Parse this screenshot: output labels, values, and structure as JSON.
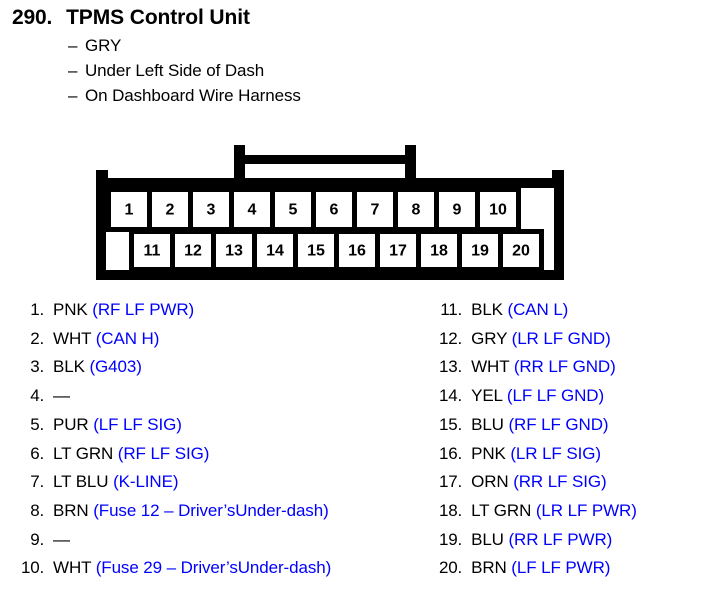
{
  "header": {
    "number": "290.",
    "title": "TPMS Control Unit",
    "bullet_marker": "–",
    "bullets": [
      "GRY",
      "Under Left Side of Dash",
      "On Dashboard Wire Harness"
    ]
  },
  "connector": {
    "top_row_pins": [
      "1",
      "2",
      "3",
      "4",
      "5",
      "6",
      "7",
      "8",
      "9",
      "10"
    ],
    "bottom_row_pins": [
      "11",
      "12",
      "13",
      "14",
      "15",
      "16",
      "17",
      "18",
      "19",
      "20"
    ],
    "outline_color": "#000000",
    "cavity_color": "#ffffff"
  },
  "colors": {
    "text": "#000000",
    "signal": "#0000ff",
    "background": "#ffffff"
  },
  "pins": {
    "empty_marker": "—",
    "left": [
      {
        "index": "1.",
        "color": "PNK",
        "signal": "(RF LF PWR)"
      },
      {
        "index": "2.",
        "color": "WHT",
        "signal": "(CAN H)"
      },
      {
        "index": "3.",
        "color": "BLK",
        "signal": "(G403)"
      },
      {
        "index": "4.",
        "color": "—",
        "signal": ""
      },
      {
        "index": "5.",
        "color": "PUR",
        "signal": "(LF LF SIG)"
      },
      {
        "index": "6.",
        "color": "LT GRN",
        "signal": "(RF LF SIG)"
      },
      {
        "index": "7.",
        "color": "LT BLU",
        "signal": "(K-LINE)"
      },
      {
        "index": "8.",
        "color": "BRN",
        "signal": "(Fuse 12 – Driver’sUnder-dash)"
      },
      {
        "index": "9.",
        "color": "—",
        "signal": ""
      },
      {
        "index": "10.",
        "color": "WHT",
        "signal": "(Fuse 29 – Driver’sUnder-dash)"
      }
    ],
    "right": [
      {
        "index": "11.",
        "color": "BLK",
        "signal": "(CAN L)"
      },
      {
        "index": "12.",
        "color": "GRY",
        "signal": "(LR LF GND)"
      },
      {
        "index": "13.",
        "color": "WHT",
        "signal": "(RR LF GND)"
      },
      {
        "index": "14.",
        "color": "YEL",
        "signal": "(LF LF GND)"
      },
      {
        "index": "15.",
        "color": "BLU",
        "signal": "(RF LF GND)"
      },
      {
        "index": "16.",
        "color": "PNK",
        "signal": "(LR LF SIG)"
      },
      {
        "index": "17.",
        "color": "ORN",
        "signal": "(RR LF SIG)"
      },
      {
        "index": "18.",
        "color": "LT GRN",
        "signal": "(LR LF PWR)"
      },
      {
        "index": "19.",
        "color": "BLU",
        "signal": "(RR LF PWR)"
      },
      {
        "index": "20.",
        "color": "BRN",
        "signal": "(LF LF PWR)"
      }
    ]
  }
}
